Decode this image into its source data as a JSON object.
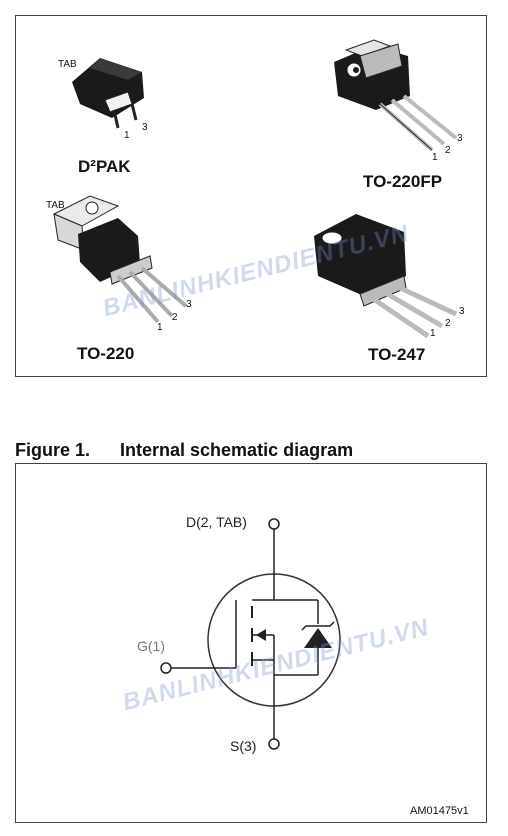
{
  "packages": [
    {
      "name": "D²PAK",
      "tab": "TAB",
      "pins": [
        "1",
        "3"
      ]
    },
    {
      "name": "TO-220FP",
      "pins": [
        "1",
        "2",
        "3"
      ]
    },
    {
      "name": "TO-220",
      "tab": "TAB",
      "pins": [
        "1",
        "2",
        "3"
      ]
    },
    {
      "name": "TO-247",
      "pins": [
        "1",
        "2",
        "3"
      ]
    }
  ],
  "figure": {
    "number": "Figure 1.",
    "title": "Internal schematic diagram"
  },
  "schematic": {
    "drain": "D(2, TAB)",
    "gate": "G(1)",
    "source": "S(3)",
    "reference": "AM01475v1"
  },
  "watermark": "BANLINHKIENDIENTU.VN"
}
